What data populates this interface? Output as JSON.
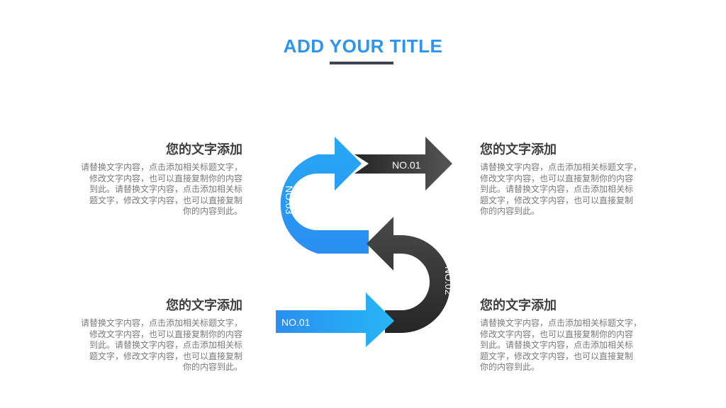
{
  "header": {
    "title": "ADD YOUR TITLE"
  },
  "diagram": {
    "arrow_top_label": "NO.01",
    "arrow_bottom_label": "NO.01",
    "curve_right_label": "NO.02",
    "curve_left_label": "NO.03",
    "colors": {
      "blue_start": "#2a8ef2",
      "blue_end": "#27b6f6",
      "dark_start": "#555555",
      "dark_end": "#262626"
    }
  },
  "blocks": [
    {
      "heading": "您的文字添加",
      "lines": [
        "请替换文字内容，点击添加相关标题文字，",
        "修改文字内容，也可以直接复制你的内容",
        "到此。请替换文字内容，点击添加相关标",
        "题文字，修改文字内容，也可以直接复制",
        "你的内容到此。"
      ]
    },
    {
      "heading": "您的文字添加",
      "lines": [
        "请替换文字内容，点击添加相关标题文字，",
        "修改文字内容，也可以直接复制你的内容",
        "到此。请替换文字内容，点击添加相关标",
        "题文字，修改文字内容，也可以直接复制",
        "你的内容到此。"
      ]
    },
    {
      "heading": "您的文字添加",
      "lines": [
        "请替换文字内容，点击添加相关标题文字，",
        "修改文字内容，也可以直接复制你的内容",
        "到此。请替换文字内容，点击添加相关标",
        "题文字，修改文字内容，也可以直接复制",
        "你的内容到此。"
      ]
    },
    {
      "heading": "您的文字添加",
      "lines": [
        "请替换文字内容，点击添加相关标题文字，",
        "修改文字内容，也可以直接复制你的内容",
        "到此。请替换文字内容，点击添加相关标",
        "题文字，修改文字内容，也可以直接复制",
        "你的内容到此。"
      ]
    }
  ]
}
